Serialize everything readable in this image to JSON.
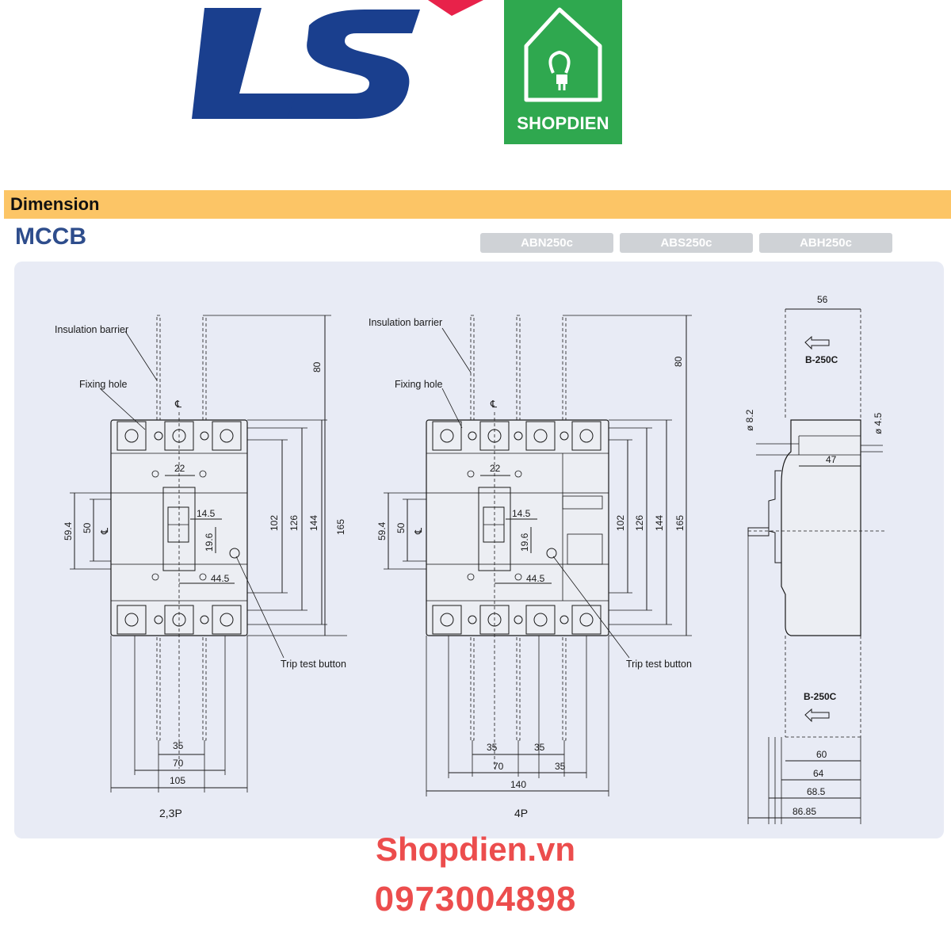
{
  "header": {
    "brand_logo": {
      "text": "LS",
      "color": "#1a3f8e",
      "accent": "#e8224a"
    },
    "shop_logo": {
      "text": "SHOPDIEN",
      "background": "#2fa84f",
      "icon": "house-plug-icon"
    }
  },
  "section": {
    "title": "Dimension",
    "bar_color": "#fcc566"
  },
  "product": {
    "title": "MCCB",
    "color": "#2e4d8c"
  },
  "models": [
    "ABN250c",
    "ABS250c",
    "ABH250c"
  ],
  "drawing": {
    "view_left": {
      "caption": "2,3P",
      "labels": {
        "insulation": "Insulation barrier",
        "fixing": "Fixing hole",
        "trip": "Trip test button"
      },
      "dims": {
        "d80": "80",
        "d102": "102",
        "d126": "126",
        "d144": "144",
        "d165": "165",
        "d59": "59.4",
        "d50": "50",
        "d22": "22",
        "d145": "14.5",
        "d196": "19.6",
        "d445": "44.5",
        "d35": "35",
        "d70": "70",
        "d105": "105"
      }
    },
    "view_center": {
      "caption": "4P",
      "labels": {
        "insulation": "Insulation barrier",
        "fixing": "Fixing hole",
        "trip": "Trip test button"
      },
      "dims": {
        "d80": "80",
        "d102": "102",
        "d126": "126",
        "d144": "144",
        "d165": "165",
        "d59": "59.4",
        "d50": "50",
        "d22": "22",
        "d145": "14.5",
        "d196": "19.6",
        "d445": "44.5",
        "d35a": "35",
        "d35b": "35",
        "d70": "70",
        "d35c": "35",
        "d140": "140"
      }
    },
    "view_side": {
      "labels": {
        "b250_top": "B-250C",
        "b250_bottom": "B-250C"
      },
      "dims": {
        "d56": "56",
        "d82": "ø 8.2",
        "d45": "ø 4.5",
        "d47": "47",
        "d60": "60",
        "d64": "64",
        "d685": "68.5",
        "d8685": "86.85"
      }
    }
  },
  "footer": {
    "website": "Shopdien.vn",
    "phone": "0973004898",
    "color": "#ec4d4d"
  }
}
